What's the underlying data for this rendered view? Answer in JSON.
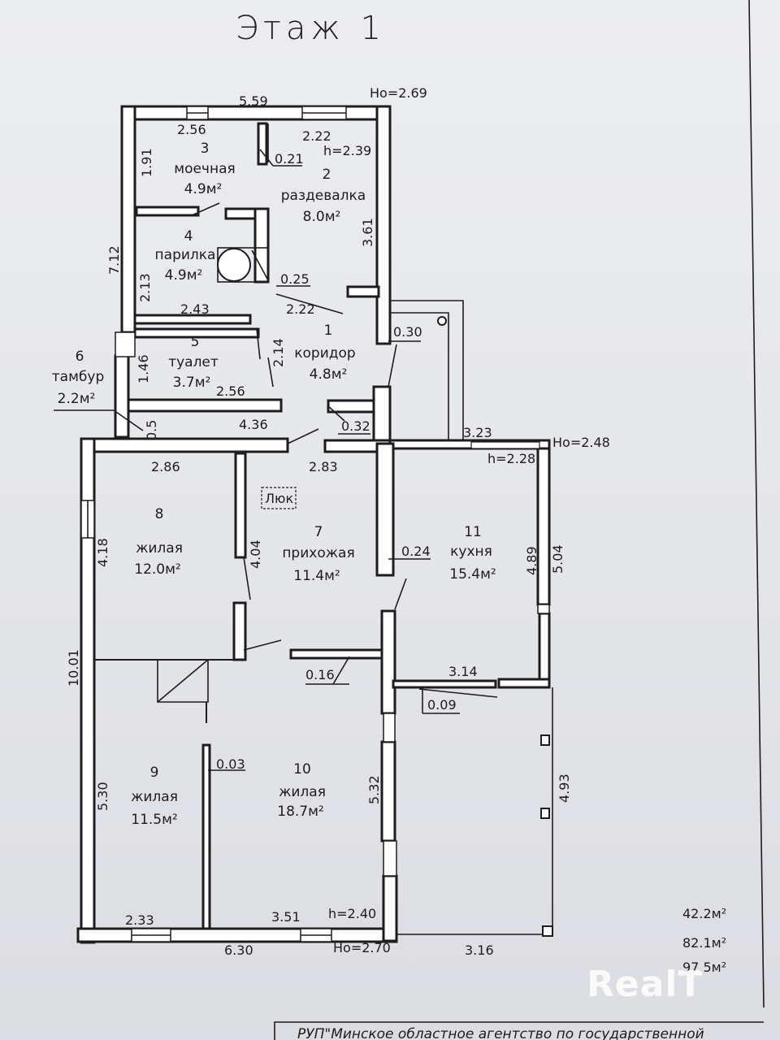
{
  "title": "Этаж 1",
  "heights": {
    "top": "Ho=2.69",
    "kitchen_ext": "Ho=2.48",
    "bottom": "Ho=2.70"
  },
  "rooms": [
    {
      "num": "1",
      "name": "коридор",
      "area": "4.8м²"
    },
    {
      "num": "2",
      "name": "раздевалка",
      "area": "8.0м²"
    },
    {
      "num": "3",
      "name": "моечная",
      "area": "4.9м²"
    },
    {
      "num": "4",
      "name": "парилка",
      "area": "4.9м²"
    },
    {
      "num": "5",
      "name": "туалет",
      "area": "3.7м²"
    },
    {
      "num": "6",
      "name": "тамбур",
      "area": "2.2м²"
    },
    {
      "num": "7",
      "name": "прихожая",
      "area": "11.4м²"
    },
    {
      "num": "8",
      "name": "жилая",
      "area": "12.0м²"
    },
    {
      "num": "9",
      "name": "жилая",
      "area": "11.5м²"
    },
    {
      "num": "10",
      "name": "жилая",
      "area": "18.7м²"
    },
    {
      "num": "11",
      "name": "кухня",
      "area": "15.4м²"
    }
  ],
  "hatch_label": "Люк",
  "dims": {
    "d_559": "5.59",
    "d_256a": "2.56",
    "d_222a": "2.22",
    "d_h239": "h=2.39",
    "d_191": "1.91",
    "d_021": "0.21",
    "d_361": "3.61",
    "d_712": "7.12",
    "d_213": "2.13",
    "d_025": "0.25",
    "d_243": "2.43",
    "d_222b": "2.22",
    "d_030": "0.30",
    "d_146": "1.46",
    "d_214": "2.14",
    "d_256b": "2.56",
    "d_05": "0.5",
    "d_436": "4.36",
    "d_032": "0.32",
    "d_323": "3.23",
    "d_h228": "h=2.28",
    "d_286": "2.86",
    "d_283": "2.83",
    "d_418": "4.18",
    "d_404": "4.04",
    "d_024": "0.24",
    "d_489": "4.89",
    "d_504": "5.04",
    "d_1001": "10.01",
    "d_016": "0.16",
    "d_314": "3.14",
    "d_009": "0.09",
    "d_003": "0.03",
    "d_530": "5.30",
    "d_532": "5.32",
    "d_493": "4.93",
    "d_233": "2.33",
    "d_351": "3.51",
    "d_h240": "h=2.40",
    "d_630": "6.30",
    "d_316": "3.16"
  },
  "totals": [
    "42.2м²",
    "82.1м²",
    "97.5м²"
  ],
  "watermark": "RealT",
  "footer": "РУП\"Минское областное агентство по государственной"
}
